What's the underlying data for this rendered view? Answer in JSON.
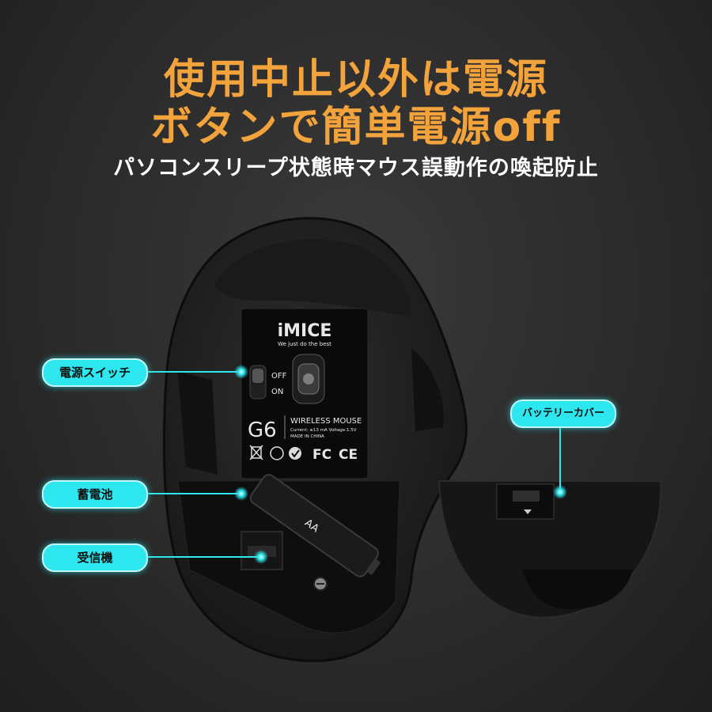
{
  "headline": {
    "line1": "使用中止以外は電源",
    "line2": "ボタンで簡単電源off",
    "color": "#f3a33c"
  },
  "subtitle": "パソコンスリープ状態時マウス誤動作の喚起防止",
  "labels": {
    "power_switch": "電源スイッチ",
    "battery": "蓄電池",
    "receiver": "受信機",
    "battery_cover": "バッテリーカバー"
  },
  "label_color": "#2ee7ee",
  "product": {
    "brand": "iMICE",
    "tagline": "We just do the best",
    "switch_off": "OFF",
    "switch_on": "ON",
    "model": "G6",
    "name": "WIRELESS MOUSE",
    "spec": "Current: ≤13 mA  Voltage:1.5V",
    "origin": "MADE IN CHINA",
    "cert_marks": [
      "FC",
      "CE"
    ],
    "battery_type": "AA"
  }
}
